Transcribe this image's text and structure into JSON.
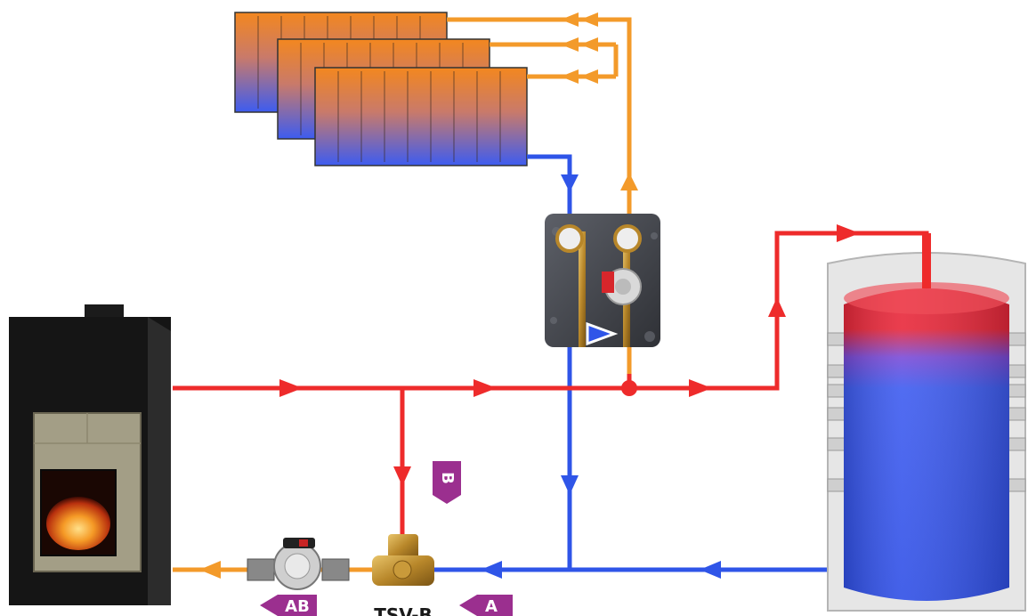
{
  "labels": {
    "port_b": "B",
    "port_a": "A",
    "port_ab": "AB",
    "valve_name": "TSV-B"
  },
  "colors": {
    "hot": "#ee2b2b",
    "warm": "#f39a2a",
    "cold": "#2f55e8",
    "tag": "#9b2f8f"
  }
}
